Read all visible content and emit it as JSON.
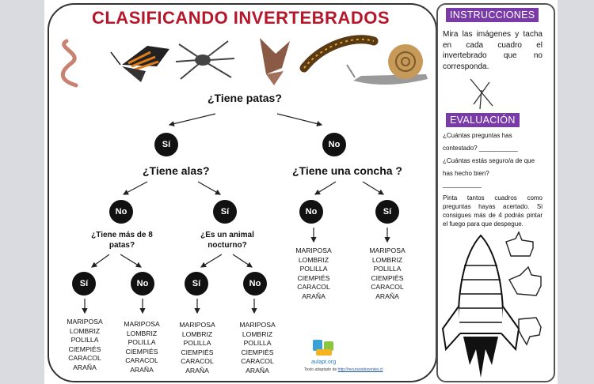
{
  "title": "CLASIFICANDO INVERTEBRADOS",
  "q_patas": "¿Tiene patas?",
  "q_alas": "¿Tiene alas?",
  "q_concha": "¿Tiene una concha ?",
  "q_8patas": "¿Tiene más de 8 patas?",
  "q_nocturno": "¿Es un animal nocturno?",
  "yes": "Sí",
  "no": "No",
  "animals": [
    "MARIPOSA",
    "LOMBRIZ",
    "POLILLA",
    "CIEMPIÉS",
    "CARACOL",
    "ARAÑA"
  ],
  "sidebar": {
    "instr_header": "INSTRUCCIONES",
    "instr_text": "Mira las imágenes y tacha en cada cuadro el invertebrado que no corresponda.",
    "eval_header": "EVALUACIÓN",
    "eval_q1a": "¿Cuántas preguntas has",
    "eval_q1b": "contestado? ___________",
    "eval_q2a": "¿Cuántas estás seguro/a de que",
    "eval_q2b": "has hecho bien?",
    "eval_blank": "___________",
    "eval_text": "Pinta tantos cuadros como preguntas hayas acertado. Si consigues más de 4 podrás pintar el fuego para que despegue."
  },
  "logo_text": "aulapt.org",
  "credit_prefix": "Texto adaptado de",
  "credit_link": "http://recursosdocentes.cl",
  "colors": {
    "title": "#b5162a",
    "header": "#7a3aa8",
    "node": "#111111"
  }
}
